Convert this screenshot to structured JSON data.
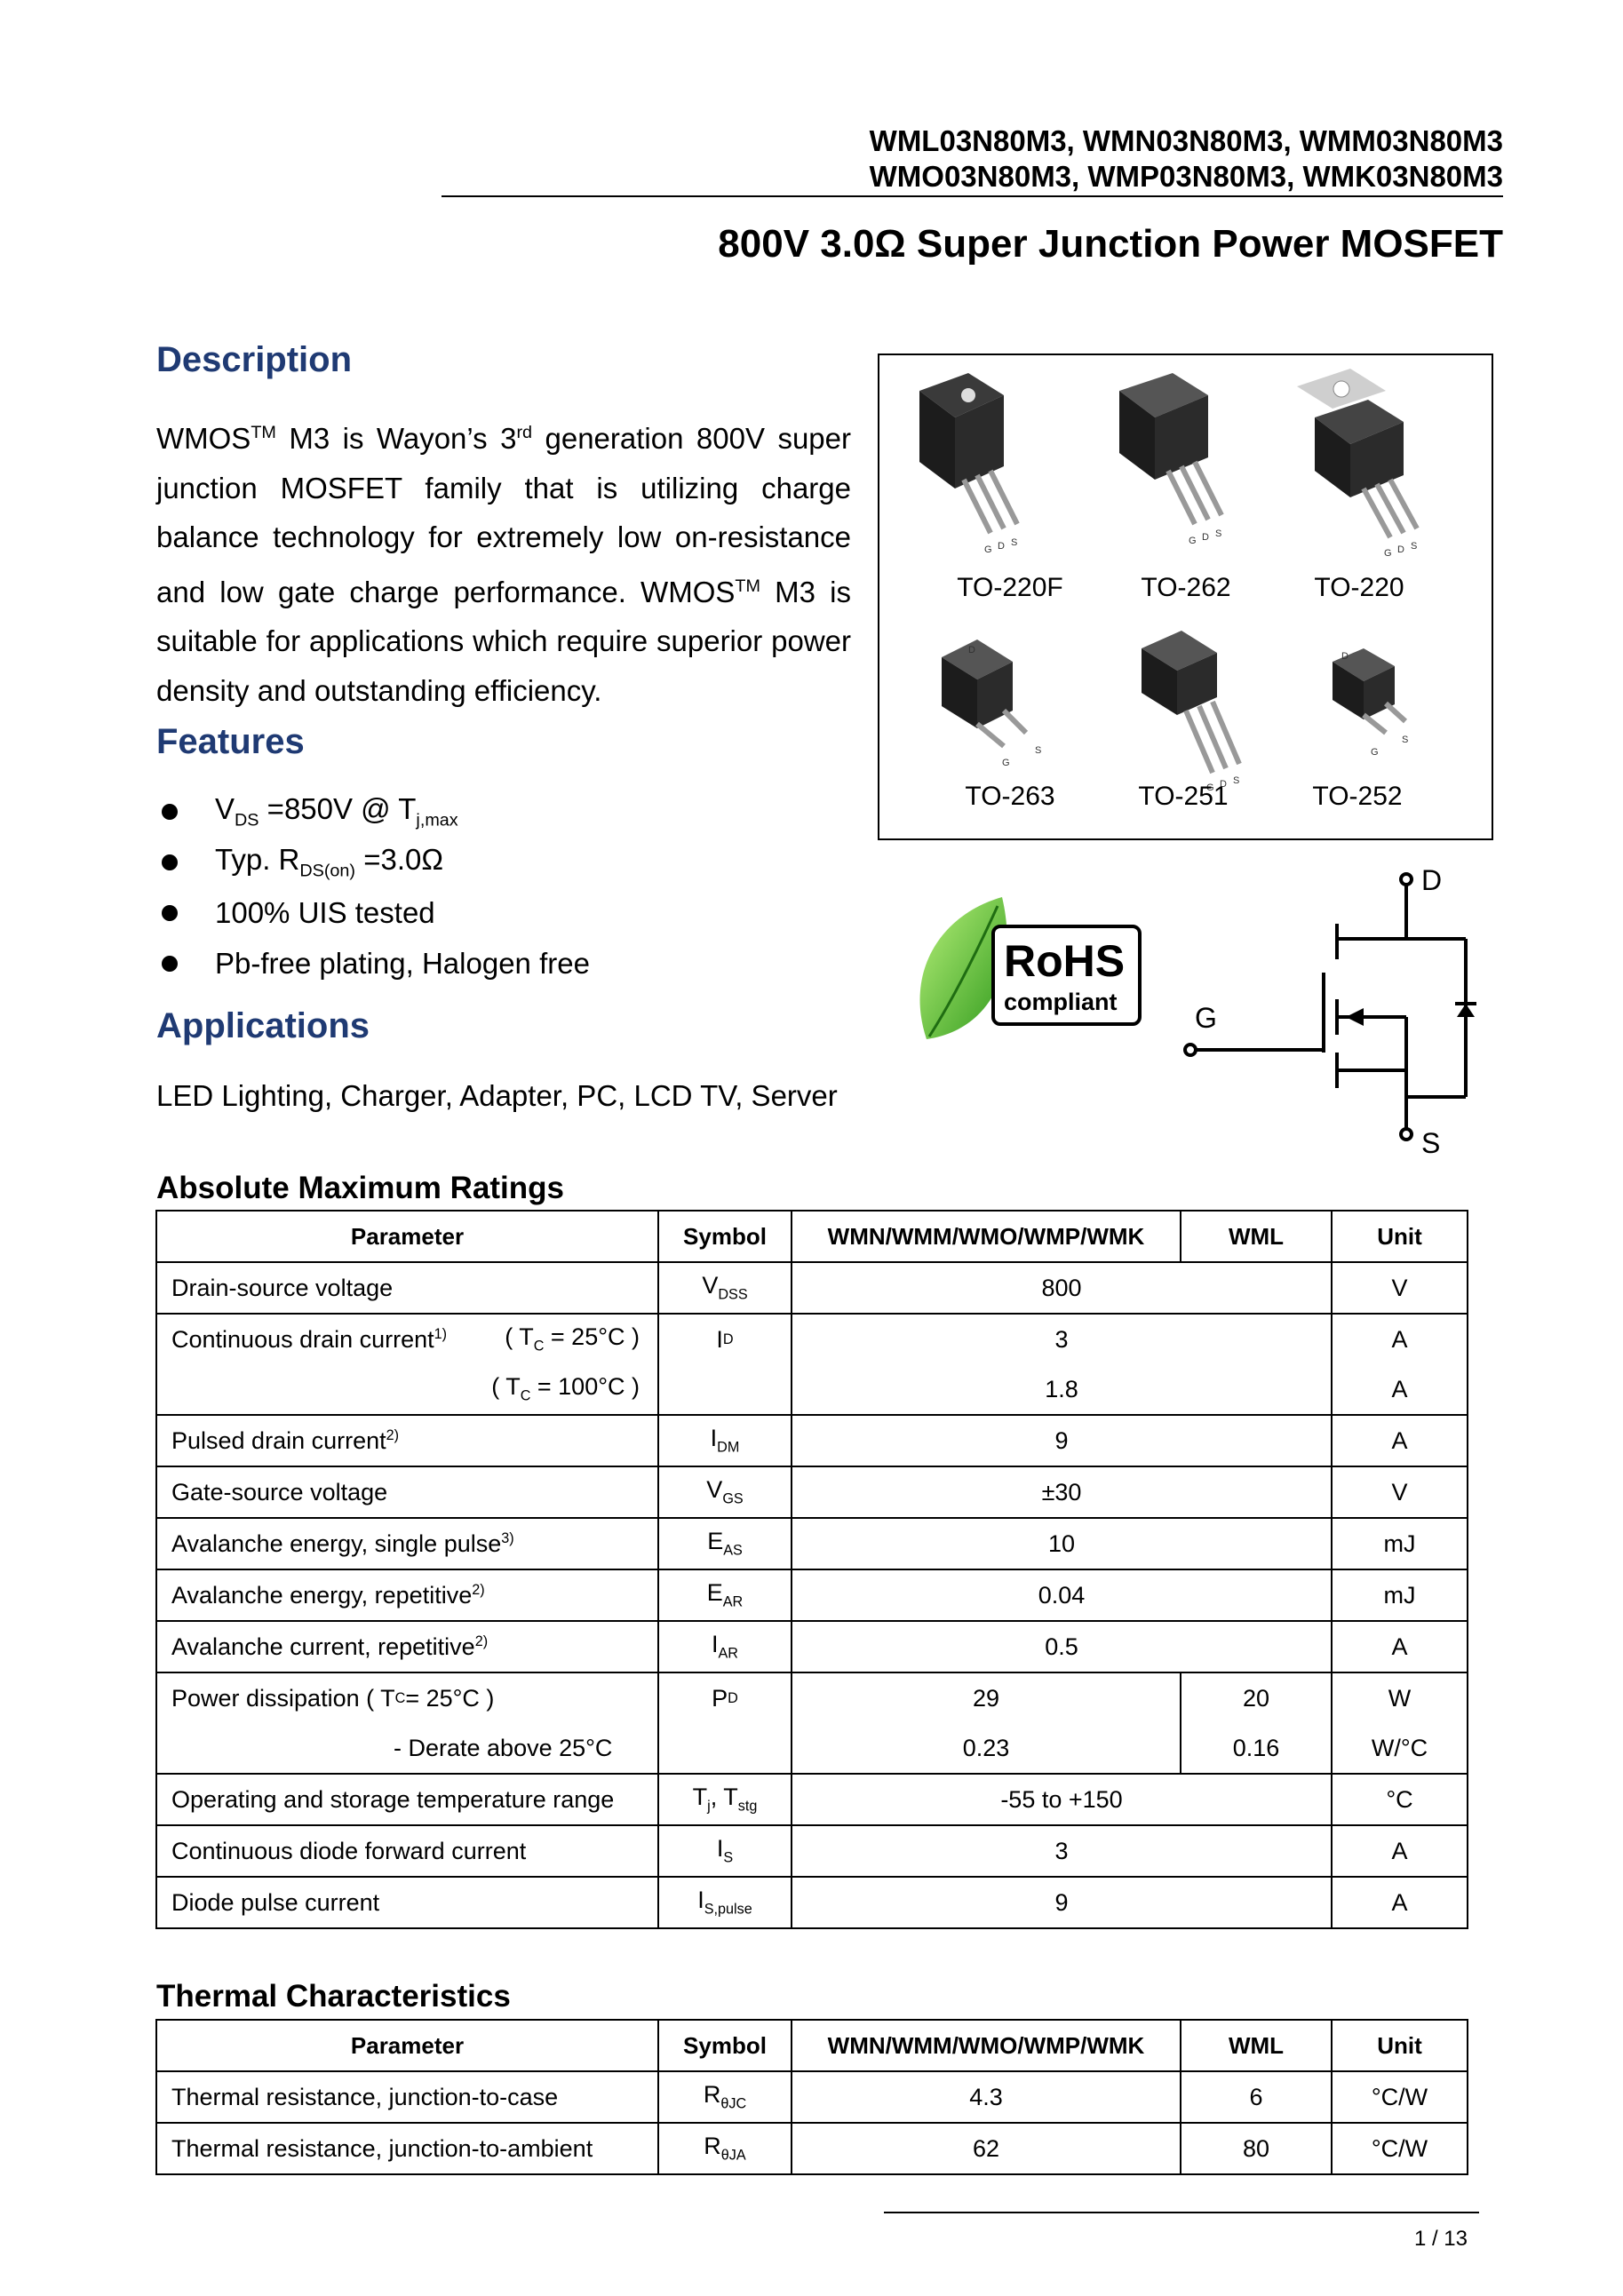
{
  "header": {
    "line1": "WML03N80M3, WMN03N80M3, WMM03N80M3",
    "line2": "WMO03N80M3, WMP03N80M3, WMK03N80M3",
    "title": "800V 3.0Ω Super Junction Power MOSFET"
  },
  "description": {
    "heading": "Description",
    "brand": "WMOS",
    "tm": "TM",
    "part1": " M3 is Wayon’s 3",
    "rd": "rd",
    "part2": " generation 800V super junction MOSFET family that is utilizing charge balance technology for extremely low on-resistance and low gate charge performance. WMOS",
    "part3": " M3 is suitable for applications which require superior power density and outstanding efficiency."
  },
  "features": {
    "heading": "Features",
    "f1_a": "V",
    "f1_sub": "DS",
    "f1_b": " =850V @ T",
    "f1_sub2": "j,max",
    "f2_a": "Typ. R",
    "f2_sub": "DS(on)",
    "f2_b": " =3.0Ω",
    "f3": "100% UIS tested",
    "f4": "Pb-free plating, Halogen free"
  },
  "applications": {
    "heading": "Applications",
    "text": "LED Lighting, Charger, Adapter, PC, LCD TV, Server"
  },
  "packages": {
    "labels": [
      "TO-220F",
      "TO-262",
      "TO-220",
      "TO-263",
      "TO-251",
      "TO-252"
    ],
    "pin_g": "G",
    "pin_d": "D",
    "pin_s": "S"
  },
  "rohs": {
    "title": "RoHS",
    "sub": "compliant"
  },
  "symbol": {
    "d": "D",
    "g": "G",
    "s": "S"
  },
  "abs_max": {
    "title": "Absolute Maximum Ratings",
    "headers": [
      "Parameter",
      "Symbol",
      "WMN/WMM/WMO/WMP/WMK",
      "WML",
      "Unit"
    ],
    "r1": {
      "p": "Drain-source voltage",
      "s": "V",
      "ss": "DSS",
      "v": "800",
      "u": "V"
    },
    "r2": {
      "p": "Continuous drain current",
      "sup": "1)",
      "cond1": "( T",
      "csub": "C",
      "cond1b": " = 25°C )",
      "cond2": "( T",
      "cond2b": " = 100°C )",
      "s": "I",
      "ss": "D",
      "v1": "3",
      "v2": "1.8",
      "u1": "A",
      "u2": "A"
    },
    "r3": {
      "p": "Pulsed drain current",
      "sup": "2)",
      "s": "I",
      "ss": "DM",
      "v": "9",
      "u": "A"
    },
    "r4": {
      "p": "Gate-source voltage",
      "s": "V",
      "ss": "GS",
      "v": "±30",
      "u": "V"
    },
    "r5": {
      "p": "Avalanche energy, single pulse",
      "sup": "3)",
      "s": "E",
      "ss": "AS",
      "v": "10",
      "u": "mJ"
    },
    "r6": {
      "p": "Avalanche energy, repetitive",
      "sup": "2)",
      "s": "E",
      "ss": "AR",
      "v": "0.04",
      "u": "mJ"
    },
    "r7": {
      "p": "Avalanche current, repetitive",
      "sup": "2)",
      "s": "I",
      "ss": "AR",
      "v": "0.5",
      "u": "A"
    },
    "r8": {
      "p": "Power dissipation ( T",
      "psub": "C",
      "p2": " = 25°C )",
      "p3": "- Derate above 25°C",
      "s": "P",
      "ss": "D",
      "v1a": "29",
      "v1b": "20",
      "v2a": "0.23",
      "v2b": "0.16",
      "u1": "W",
      "u2": "W/°C"
    },
    "r9": {
      "p": "Operating and storage temperature range",
      "s": "T",
      "ss": "j",
      "s2": ", T",
      "ss2": "stg",
      "v": "-55 to +150",
      "u": "°C"
    },
    "r10": {
      "p": "Continuous diode forward current",
      "s": "I",
      "ss": "S",
      "v": "3",
      "u": "A"
    },
    "r11": {
      "p": "Diode pulse current",
      "s": "I",
      "ss": "S,pulse",
      "v": "9",
      "u": "A"
    }
  },
  "thermal": {
    "title": "Thermal Characteristics",
    "headers": [
      "Parameter",
      "Symbol",
      "WMN/WMM/WMO/WMP/WMK",
      "WML",
      "Unit"
    ],
    "r1": {
      "p": "Thermal resistance, junction-to-case",
      "s": "R",
      "ss": "θJC",
      "v1": "4.3",
      "v2": "6",
      "u": "°C/W"
    },
    "r2": {
      "p": "Thermal resistance, junction-to-ambient",
      "s": "R",
      "ss": "θJA",
      "v1": "62",
      "v2": "80",
      "u": "°C/W"
    }
  },
  "footer": {
    "page": "1 / 13"
  }
}
